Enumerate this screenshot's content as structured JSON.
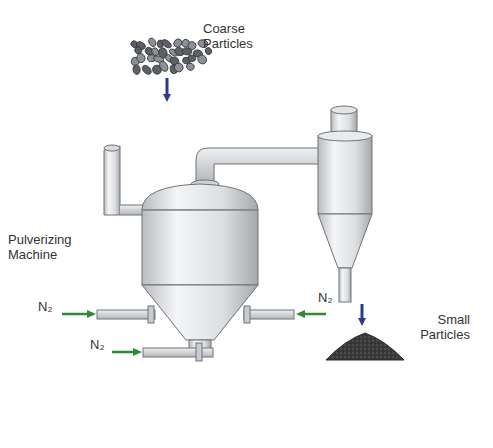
{
  "diagram": {
    "labels": [
      "Coarse Particles",
      "Pulverizing Machine",
      "N₂",
      "N₂",
      "N₂",
      "Small Particles"
    ]
  }
}
